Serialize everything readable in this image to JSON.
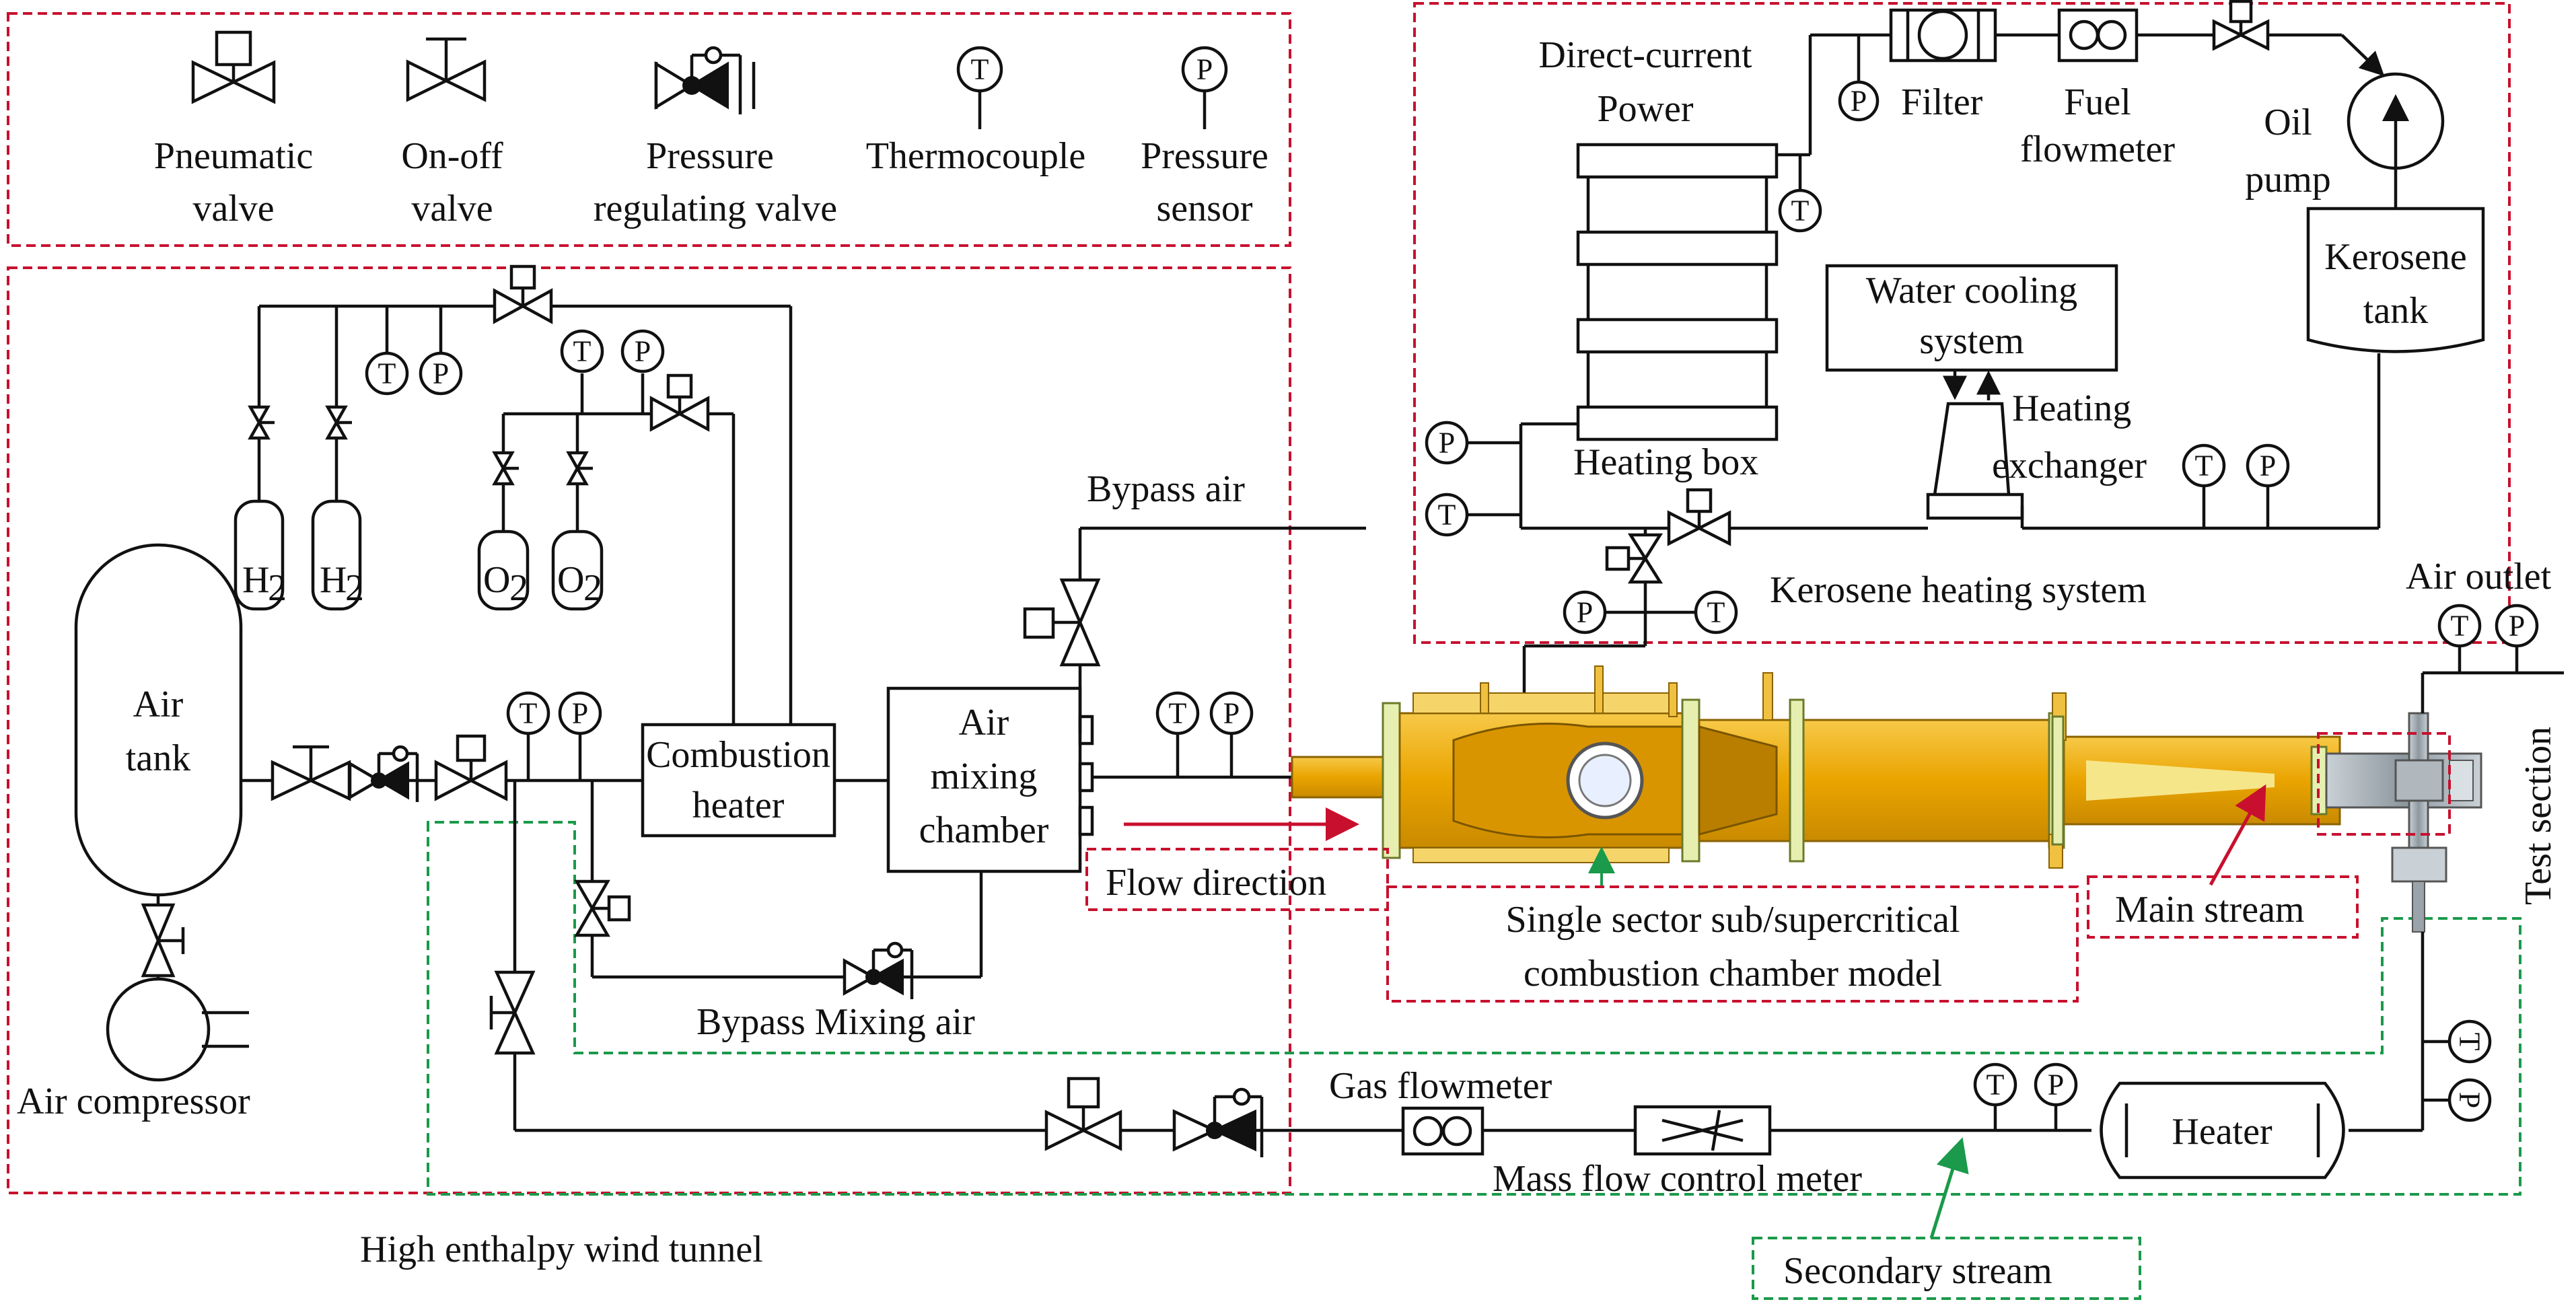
{
  "legend": {
    "pneumatic_valve": [
      "Pneumatic",
      "valve"
    ],
    "onoff_valve": [
      "On-off",
      "valve"
    ],
    "pressure_regulating_valve": [
      "Pressure",
      "regulating valve"
    ],
    "thermocouple": "Thermocouple",
    "pressure_sensor": [
      "Pressure",
      "sensor"
    ]
  },
  "symbols": {
    "temperature": "T",
    "pressure": "P"
  },
  "wind_tunnel": {
    "title": "High enthalpy wind tunnel",
    "air_tank": [
      "Air",
      "tank"
    ],
    "air_compressor": "Air compressor",
    "combustion_heater": [
      "Combustion",
      "heater"
    ],
    "air_mixing_chamber": [
      "Air",
      "mixing",
      "chamber"
    ],
    "bypass_air": "Bypass air",
    "bypass_mixing_air": "Bypass Mixing air",
    "h2": "H",
    "o2": "O",
    "subscript": "2"
  },
  "kerosene": {
    "title": "Kerosene heating system",
    "dc_power": [
      "Direct-current",
      "Power"
    ],
    "filter": "Filter",
    "fuel_flowmeter": [
      "Fuel",
      "flowmeter"
    ],
    "oil_pump": [
      "Oil",
      "pump"
    ],
    "kerosene_tank": [
      "Kerosene",
      "tank"
    ],
    "water_cooling": [
      "Water cooling",
      "system"
    ],
    "heating_exchanger": [
      "Heating",
      "exchanger"
    ],
    "heating_box": "Heating box"
  },
  "test": {
    "flow_direction": "Flow direction",
    "chamber_model": [
      "Single sector sub/supercritical",
      "combustion chamber model"
    ],
    "main_stream": "Main stream",
    "air_outlet": "Air outlet",
    "test_section": "Test section"
  },
  "secondary": {
    "title": "Secondary stream",
    "gas_flowmeter": "Gas flowmeter",
    "mass_flow_meter": "Mass flow control meter",
    "heater": "Heater"
  },
  "colors": {
    "red_box": "#c8102e",
    "green_box": "#1a9a4a",
    "model_gold": "#f2b300",
    "model_dark": "#c98a00",
    "flange": "#e6efb0",
    "outlet_gray": "#9aa3aa"
  }
}
